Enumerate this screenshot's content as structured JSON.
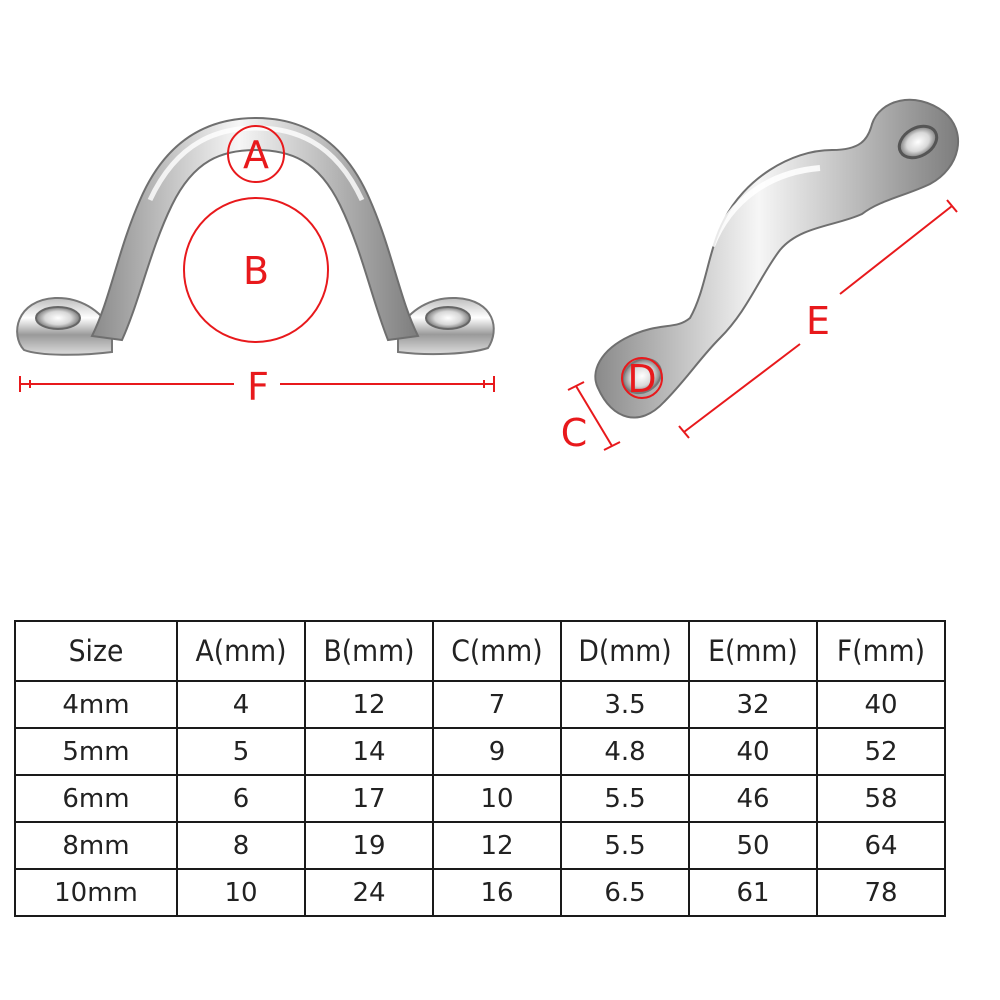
{
  "diagram": {
    "front_view": {
      "labels": {
        "a": "A",
        "b": "B",
        "f": "F"
      }
    },
    "side_view": {
      "labels": {
        "c": "C",
        "d": "D",
        "e": "E"
      }
    },
    "colors": {
      "annotation": "#e8191c",
      "metal_light": "#f4f4f4",
      "metal_dark": "#6e6e6e"
    }
  },
  "table": {
    "headers": [
      "Size",
      "A(mm)",
      "B(mm)",
      "C(mm)",
      "D(mm)",
      "E(mm)",
      "F(mm)"
    ],
    "rows": [
      [
        "4mm",
        "4",
        "12",
        "7",
        "3.5",
        "32",
        "40"
      ],
      [
        "5mm",
        "5",
        "14",
        "9",
        "4.8",
        "40",
        "52"
      ],
      [
        "6mm",
        "6",
        "17",
        "10",
        "5.5",
        "46",
        "58"
      ],
      [
        "8mm",
        "8",
        "19",
        "12",
        "5.5",
        "50",
        "64"
      ],
      [
        "10mm",
        "10",
        "24",
        "16",
        "6.5",
        "61",
        "78"
      ]
    ]
  }
}
